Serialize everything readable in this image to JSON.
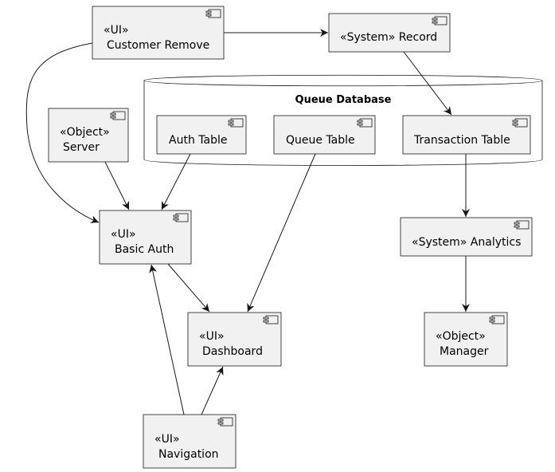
{
  "database": {
    "title": "Queue Database"
  },
  "nodes": {
    "customer_remove": {
      "stereotype": "«UI»",
      "name": "Customer Remove"
    },
    "system_record": {
      "label": "«System» Record"
    },
    "server": {
      "stereotype": "«Object»",
      "name": "Server"
    },
    "auth_table": {
      "label": "Auth Table"
    },
    "queue_table": {
      "label": "Queue Table"
    },
    "transaction_table": {
      "label": "Transaction Table"
    },
    "basic_auth": {
      "stereotype": "«UI»",
      "name": "Basic Auth"
    },
    "system_analytics": {
      "label": "«System» Analytics"
    },
    "dashboard": {
      "stereotype": "«UI»",
      "name": "Dashboard"
    },
    "manager": {
      "stereotype": "«Object»",
      "name": "Manager"
    },
    "navigation": {
      "stereotype": "«UI»",
      "name": "Navigation"
    }
  },
  "edges": [
    {
      "from": "Customer Remove",
      "to": "«System» Record"
    },
    {
      "from": "Customer Remove",
      "to": "Basic Auth"
    },
    {
      "from": "«System» Record",
      "to": "Transaction Table"
    },
    {
      "from": "Server",
      "to": "Basic Auth"
    },
    {
      "from": "Auth Table",
      "to": "Basic Auth"
    },
    {
      "from": "Queue Table",
      "to": "Dashboard"
    },
    {
      "from": "Transaction Table",
      "to": "«System» Analytics"
    },
    {
      "from": "«System» Analytics",
      "to": "Manager"
    },
    {
      "from": "Basic Auth",
      "to": "Dashboard"
    },
    {
      "from": "Navigation",
      "to": "Basic Auth"
    },
    {
      "from": "Navigation",
      "to": "Dashboard"
    }
  ]
}
